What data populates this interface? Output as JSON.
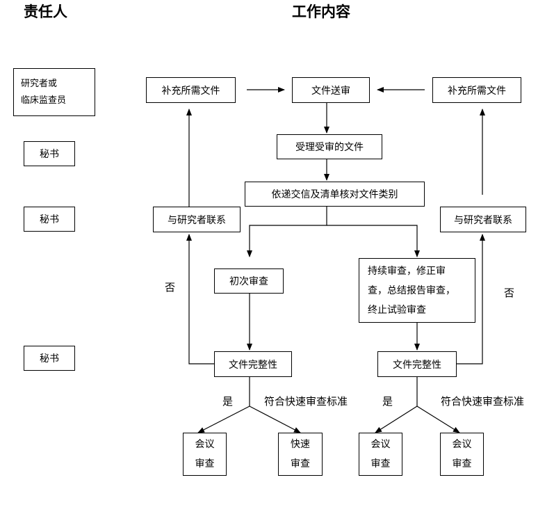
{
  "headings": {
    "responsible": "责任人",
    "work": "工作内容"
  },
  "roles": {
    "researcher_monitor": "研究者或\n临床监查员",
    "secretary_1": "秘书",
    "secretary_2": "秘书",
    "secretary_3": "秘书"
  },
  "steps": {
    "supplement_left": "补充所需文件",
    "submit": "文件送审",
    "supplement_right": "补充所需文件",
    "receive": "受理受审的文件",
    "check_category": "依递交信及清单核对文件类别",
    "contact_left": "与研究者联系",
    "contact_right": "与研究者联系",
    "initial_review": "初次审查",
    "continuing_review": "持续审查，修正审\n查，总结报告审查，\n终止试验审查",
    "completeness_left": "文件完整性",
    "completeness_right": "文件完整性",
    "meeting_left": "会议\n审查",
    "fast_left": "快速\n审查",
    "meeting_right_1": "会议\n审查",
    "meeting_right_2": "会议\n审查"
  },
  "labels": {
    "no_left": "否",
    "no_right": "否",
    "yes_left": "是",
    "yes_right": "是",
    "fast_criteria_left": "符合快速审查标准",
    "fast_criteria_right": "符合快速审查标准"
  }
}
